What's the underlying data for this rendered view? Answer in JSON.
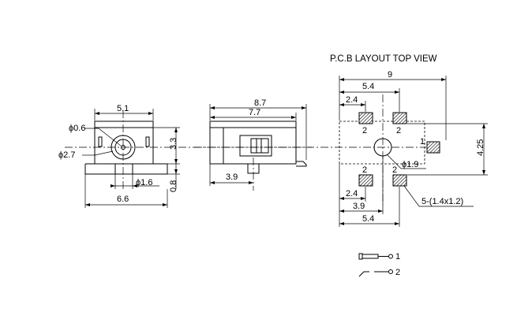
{
  "pcb_view": {
    "title": "P.C.B LAYOUT TOP VIEW",
    "dim_overall": "9",
    "dim_top_pad_span": "5.4",
    "dim_top_pad_offset": "2.4",
    "dim_height": "4.25",
    "dim_bottom_pad_offset": "2.4",
    "dim_center": "3.9",
    "dim_bottom_pad_span": "5.4",
    "hole_dia": "ϕ1.9",
    "pad_spec": "5-(1.4x1.2)",
    "pin_label_1": "1",
    "pin_label_2a": "2",
    "pin_label_2b": "2",
    "pin_label_2c": "2",
    "pin_label_2d": "2"
  },
  "front_view": {
    "dim_width_top": "5.1",
    "pin_dia": "ϕ0.6",
    "hole_dia": "ϕ2.7",
    "dim_height": "3.3",
    "dim_base": "0.8",
    "post_dia": "ϕ1.6",
    "dim_width_bottom": "6.6"
  },
  "side_view": {
    "dim_overall_length": "8.7",
    "dim_body_length": "7.7",
    "dim_post_offset": "3.9"
  },
  "legend": {
    "pin1_label": "1",
    "pin2_label": "2"
  }
}
